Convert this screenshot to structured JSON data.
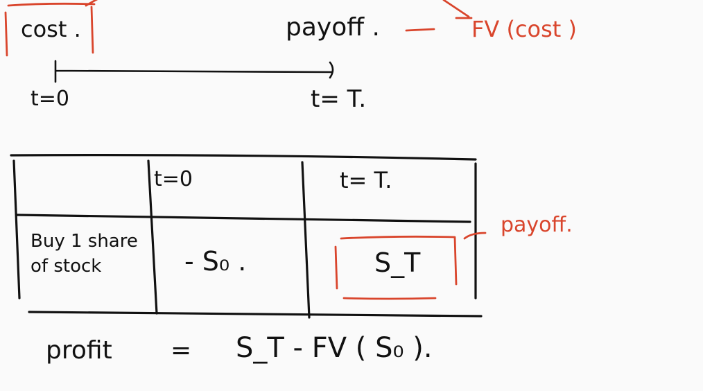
{
  "colors": {
    "ink": "#111111",
    "annotation": "#d9452c",
    "background": "#fafafa"
  },
  "timeline": {
    "cost_label": "cost .",
    "payoff_label": "payoff .",
    "fv_label": "FV (cost )",
    "t0_label": "t=0",
    "tT_label": "t= T."
  },
  "table": {
    "headers": [
      "",
      "t=0",
      "t= T."
    ],
    "rows": [
      {
        "action": "Buy 1 share of stock",
        "t0": "- S₀ .",
        "tT": "S_T"
      }
    ]
  },
  "payoff_annotation": "payoff.",
  "profit": {
    "label": "profit",
    "equals": "=",
    "expression": "S_T - FV ( S₀ )."
  }
}
